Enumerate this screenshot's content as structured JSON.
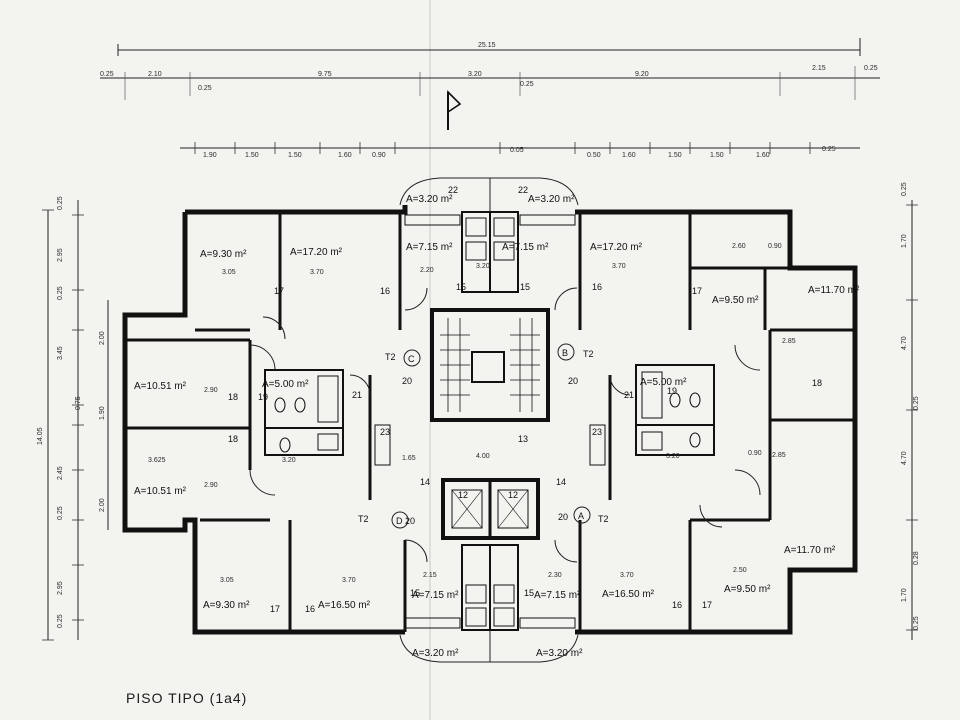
{
  "caption": "PISO TIPO (1a4)",
  "overall_dim": "25.15",
  "top_dims": [
    "0.25",
    "2.10",
    "9.75",
    "0.25",
    "3.20",
    "0.25",
    "9.20",
    "2.15",
    "0.25"
  ],
  "second_dims": [
    "1.90",
    "1.50",
    "1.50",
    "1.60",
    "0.90",
    "0.05",
    "0.50",
    "1.60",
    "1.50",
    "1.50",
    "1.60",
    "0.25"
  ],
  "left_dims": [
    "0.25",
    "2.95",
    "0.25",
    "2.00",
    "3.45",
    "0.75",
    "1.90",
    "14.05",
    "2.45",
    "2.00",
    "0.25",
    "2.95",
    "0.25"
  ],
  "right_dims": [
    "0.25",
    "1.70",
    "4.70",
    "0.25",
    "4.70",
    "0.28",
    "1.70",
    "0.25"
  ],
  "areas": [
    "A=9.30 m²",
    "A=17.20 m²",
    "A=7.15 m²",
    "A=3.20 m²",
    "A=3.20 m²",
    "A=7.15 m²",
    "A=17.20 m²",
    "A=9.50 m²",
    "A=11.70 m²",
    "A=10.51 m²",
    "A=5.00 m²",
    "A=5.00 m²",
    "A=10.51 m²",
    "A=11.70 m²",
    "A=9.30 m²",
    "A=16.50 m²",
    "A=7.15 m²",
    "A=7.15 m²",
    "A=16.50 m²",
    "A=9.50 m²",
    "A=3.20 m²",
    "A=3.20 m²"
  ],
  "unit_labels": [
    "T2",
    "C",
    "T2",
    "B",
    "T2",
    "D",
    "A",
    "T2"
  ],
  "room_nums": [
    "22",
    "22",
    "17",
    "16",
    "15",
    "15",
    "16",
    "17",
    "18",
    "19",
    "21",
    "21",
    "19",
    "18",
    "18",
    "20",
    "20",
    "23",
    "13",
    "23",
    "12",
    "12",
    "20",
    "20",
    "17",
    "16",
    "15",
    "15",
    "16",
    "17",
    "14",
    "14"
  ],
  "inner_dims": [
    "3.05",
    "3.70",
    "2.20",
    "3.20",
    "3.70",
    "2.60",
    "0.90",
    "2.85",
    "3.625",
    "2.90",
    "2.90",
    "3.20",
    "4.00",
    "1.65",
    "3.20",
    "2.85",
    "0.90",
    "3.05",
    "3.70",
    "2.15",
    "2.30",
    "3.70",
    "2.50"
  ]
}
